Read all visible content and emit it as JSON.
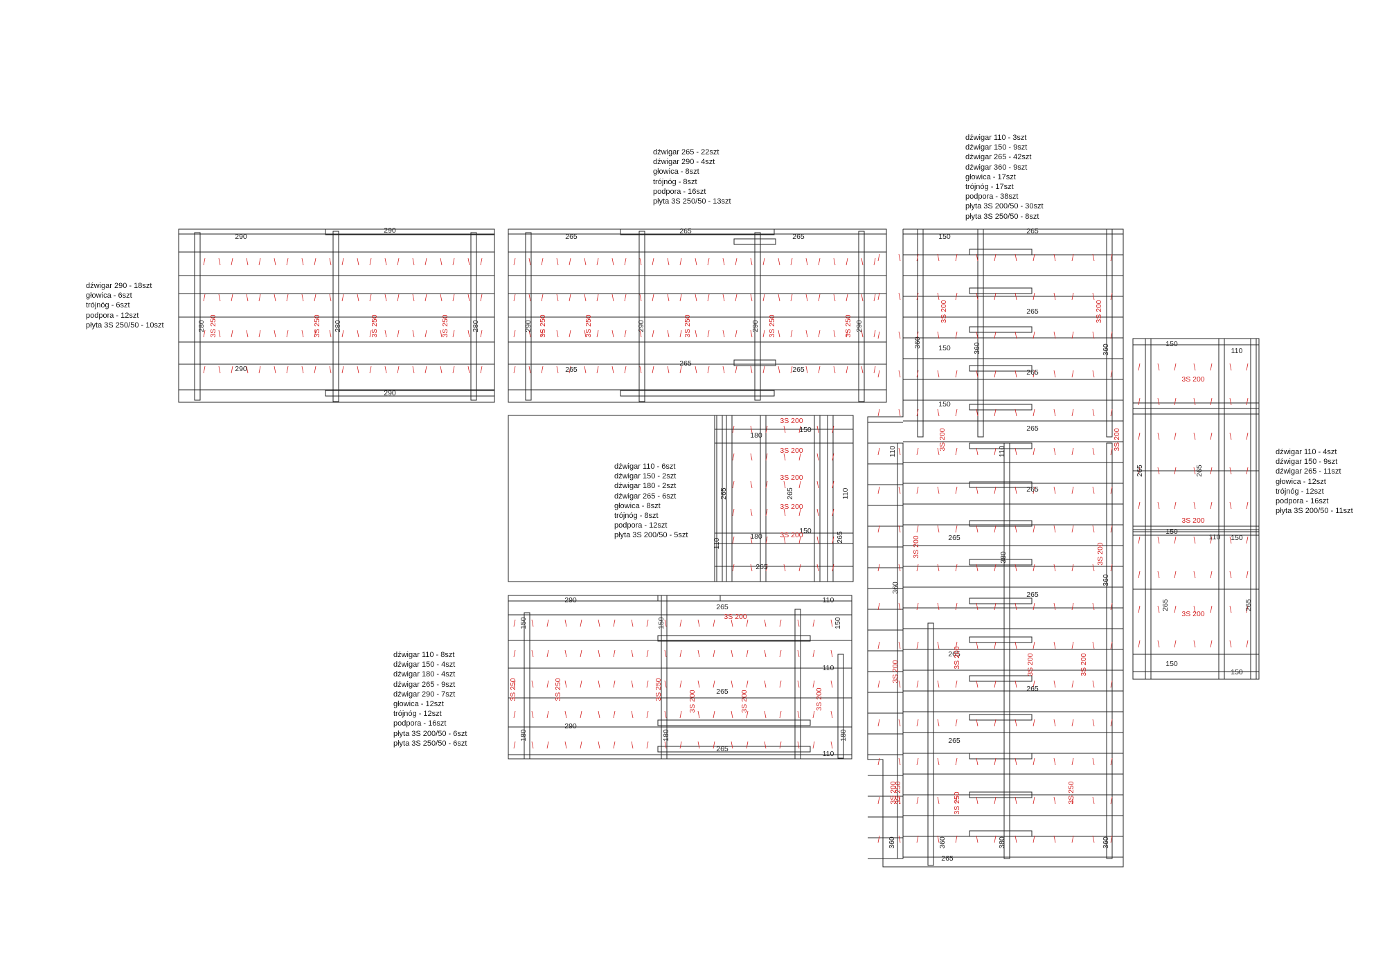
{
  "panels": [
    {
      "id": "A",
      "legend": [
        "dźwigar 290 - 18szt",
        "głowica - 6szt",
        "trójnóg - 6szt",
        "podpora - 12szt",
        "płyta 3S 250/50 - 10szt"
      ],
      "beam_labels": [
        "290",
        "290",
        "290",
        "290",
        "280",
        "280",
        "280"
      ],
      "plate_labels": [
        "3S 250",
        "3S 250",
        "3S 250",
        "3S 250"
      ]
    },
    {
      "id": "B",
      "legend": [
        "dźwigar 265 - 22szt",
        "dźwigar 290 - 4szt",
        "głowica - 8szt",
        "trójnóg - 8szt",
        "podpora - 16szt",
        "płyta 3S 250/50 - 13szt"
      ],
      "beam_labels": [
        "265",
        "265",
        "265",
        "265",
        "265",
        "265",
        "290",
        "290",
        "290",
        "290"
      ],
      "plate_labels": [
        "3S 250",
        "3S 250",
        "3S 250",
        "3S 250",
        "3S 250"
      ]
    },
    {
      "id": "C",
      "legend": [
        "dźwigar 110 - 3szt",
        "dźwigar 150 - 9szt",
        "dźwigar 265 - 42szt",
        "dźwigar 360 - 9szt",
        "głowica - 17szt",
        "trójnóg - 17szt",
        "podpora - 38szt",
        "płyta 3S 200/50 - 30szt",
        "płyta 3S 250/50 - 8szt"
      ],
      "beam_labels": [
        "150",
        "265",
        "265",
        "150",
        "265",
        "150",
        "265",
        "265",
        "265",
        "265",
        "265",
        "265",
        "265",
        "265",
        "360",
        "360",
        "360",
        "360",
        "360",
        "360",
        "110",
        "110",
        "380",
        "380",
        "360",
        "360"
      ],
      "plate_labels": [
        "3S 200",
        "3S 200",
        "3S 200",
        "3S 200",
        "3S 200",
        "3S 200",
        "3S 200",
        "3S 200",
        "3S 200",
        "3S 200",
        "3S 200",
        "3S 250",
        "3S 250",
        "3S 250"
      ]
    },
    {
      "id": "D",
      "legend": [
        "dźwigar 110 - 4szt",
        "dźwigar 150 - 9szt",
        "dźwigar 265 - 11szt",
        "głowica - 12szt",
        "trójnóg - 12szt",
        "podpora - 16szt",
        "płyta 3S 200/50 - 11szt"
      ],
      "beam_labels": [
        "150",
        "110",
        "150",
        "150",
        "110",
        "150",
        "150",
        "265",
        "265",
        "265",
        "265"
      ],
      "plate_labels": [
        "3S 200",
        "3S 200",
        "3S 200"
      ]
    },
    {
      "id": "E",
      "legend": [
        "dźwigar 110 - 6szt",
        "dźwigar 150 - 2szt",
        "dźwigar 180 - 2szt",
        "dźwigar 265 - 6szt",
        "głowica - 8szt",
        "trójnóg - 8szt",
        "podpora - 12szt",
        "płyta 3S 200/50 - 5szt"
      ],
      "beam_labels": [
        "180",
        "150",
        "180",
        "150",
        "265",
        "265",
        "265",
        "110",
        "110",
        "265"
      ],
      "plate_labels": [
        "3S 200",
        "3S 200",
        "3S 200",
        "3S 200",
        "3S 200"
      ]
    },
    {
      "id": "F",
      "legend": [
        "dźwigar 110 - 8szt",
        "dźwigar 150 - 4szt",
        "dźwigar 180 - 4szt",
        "dźwigar 265 - 9szt",
        "dźwigar 290 - 7szt",
        "głowica - 12szt",
        "trójnóg - 12szt",
        "podpora - 16szt",
        "płyta 3S 200/50 - 6szt",
        "płyta 3S 250/50 - 6szt"
      ],
      "beam_labels": [
        "290",
        "265",
        "110",
        "290",
        "265",
        "110",
        "265",
        "110",
        "150",
        "150",
        "150",
        "180",
        "180",
        "180"
      ],
      "plate_labels": [
        "3S 200",
        "3S 200",
        "3S 200",
        "3S 250",
        "3S 250",
        "3S 250",
        "3S 200"
      ]
    }
  ],
  "colors": {
    "beam": "#222222",
    "plate": "#d42020",
    "background": "#ffffff"
  }
}
